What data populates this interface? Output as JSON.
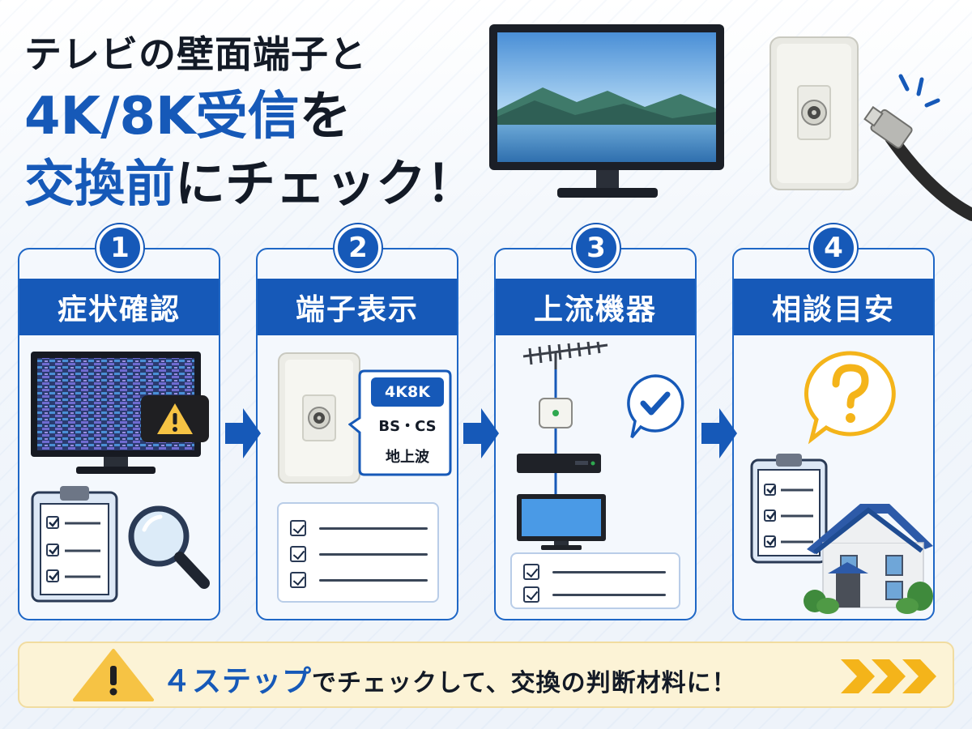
{
  "title": {
    "line1": "テレビの壁面端子と",
    "line2_highlight": "4K/8K受信",
    "line2_rest": "を",
    "line3_highlight": "交換前",
    "line3_rest": "にチェック！"
  },
  "steps": [
    {
      "number": "1",
      "label": "症状確認"
    },
    {
      "number": "2",
      "label": "端子表示",
      "tags": [
        "4K8K",
        "BS・CS",
        "地上波"
      ]
    },
    {
      "number": "3",
      "label": "上流機器"
    },
    {
      "number": "4",
      "label": "相談目安"
    }
  ],
  "banner": {
    "highlight": "４ステップ",
    "text": "でチェックして、交換の判断材料に！"
  },
  "colors": {
    "brand_blue": "#1659b8",
    "warning_yellow": "#f6c344",
    "banner_bg": "#fcf3d6",
    "arrow_orange": "#f4b41a"
  },
  "icons": [
    "tv-icon",
    "wall-outlet-icon",
    "coax-cable-icon",
    "warning-icon",
    "clipboard-icon",
    "magnifier-icon",
    "antenna-icon",
    "splitter-icon",
    "tuner-box-icon",
    "check-bubble-icon",
    "question-bubble-icon",
    "house-icon",
    "chevron-right-icon"
  ]
}
